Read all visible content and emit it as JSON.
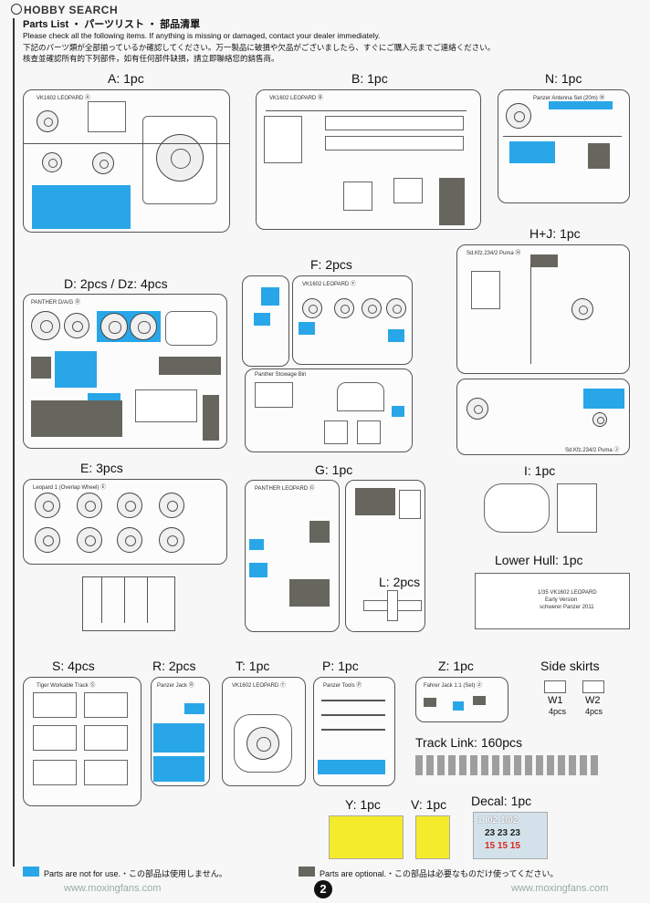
{
  "logo": {
    "text": "HOBBY SEARCH"
  },
  "header": {
    "title": "Parts List ・ パーツリスト ・ 部品清單",
    "line_en": "Please check all the following items. If anything is missing or damaged, contact your dealer immediately.",
    "line_jp": "下記のパーツ類が全部揃っているか確認してください。万一製品に破損や欠品がございましたら、すぐにご購入元までご連絡ください。",
    "line_cn": "核查並確認所有的下列部件，如有任何部件缺損，請立即聯絡您的銷售商。"
  },
  "sprues": [
    {
      "id": "A",
      "label": "A: 1pc",
      "tag": "VK1602 LEOPARD Ⓐ"
    },
    {
      "id": "B",
      "label": "B: 1pc",
      "tag": "VK1602 LEOPARD Ⓑ"
    },
    {
      "id": "N",
      "label": "N: 1pc",
      "tag": "Panzer Antenna Set (20m) Ⓝ"
    },
    {
      "id": "HJ",
      "label": "H+J: 1pc",
      "tag": "Sd.Kfz.234/2 Puma Ⓗ",
      "tag2": "Sd.Kfz.234/2 Puma Ⓙ"
    },
    {
      "id": "D",
      "label": "D: 2pcs / Dz: 4pcs",
      "tag": "PANTHER D/A/G Ⓓ"
    },
    {
      "id": "F",
      "label": "F: 2pcs",
      "tag": "VK1602 LEOPARD Ⓕ",
      "tag2": "Panther Stowage Bin"
    },
    {
      "id": "E",
      "label": "E: 3pcs",
      "tag": "Leopard 1 (Overlap Wheel) Ⓔ"
    },
    {
      "id": "G",
      "label": "G: 1pc",
      "tag": "PANTHER LEOPARD Ⓖ"
    },
    {
      "id": "I",
      "label": "I: 1pc"
    },
    {
      "id": "LH",
      "label": "Lower Hull: 1pc",
      "tag": "1/35 VK1602 LEOPARD",
      "tag2": "Early Version",
      "tag3": "schwerer Panzer 2011"
    },
    {
      "id": "L",
      "label": "L: 2pcs"
    },
    {
      "id": "S",
      "label": "S: 4pcs",
      "tag": "Tiger Workable Track Ⓢ"
    },
    {
      "id": "R",
      "label": "R: 2pcs",
      "tag": "Panzer Jack Ⓡ"
    },
    {
      "id": "T",
      "label": "T: 1pc",
      "tag": "VK1602 LEOPARD Ⓣ"
    },
    {
      "id": "P",
      "label": "P: 1pc",
      "tag": "Panzer Tools Ⓟ"
    },
    {
      "id": "Z",
      "label": "Z: 1pc",
      "tag": "Fahrer Jack 1:1 (Set) Ⓩ"
    }
  ],
  "side_skirts": {
    "label": "Side skirts",
    "w1": "W1",
    "w1_count": "4pcs",
    "w2": "W2",
    "w2_count": "4pcs"
  },
  "track_link": {
    "label": "Track Link: 160pcs"
  },
  "clear_parts": {
    "y_label": "Y: 1pc",
    "v_label": "V: 1pc"
  },
  "decal": {
    "label": "Decal: 1pc",
    "row1": "1 I02 1I02",
    "row2": "23 23 23",
    "row3": "15 15 15"
  },
  "legend": {
    "not_used": "Parts are not for use.・この部品は使用しません。",
    "optional": "Parts are optional.・この部品は必要なものだけ使ってください。",
    "colors": {
      "not_used": "#29a6e8",
      "optional": "#66665e"
    }
  },
  "page_number": "2",
  "watermark": "www.moxingfans.com"
}
